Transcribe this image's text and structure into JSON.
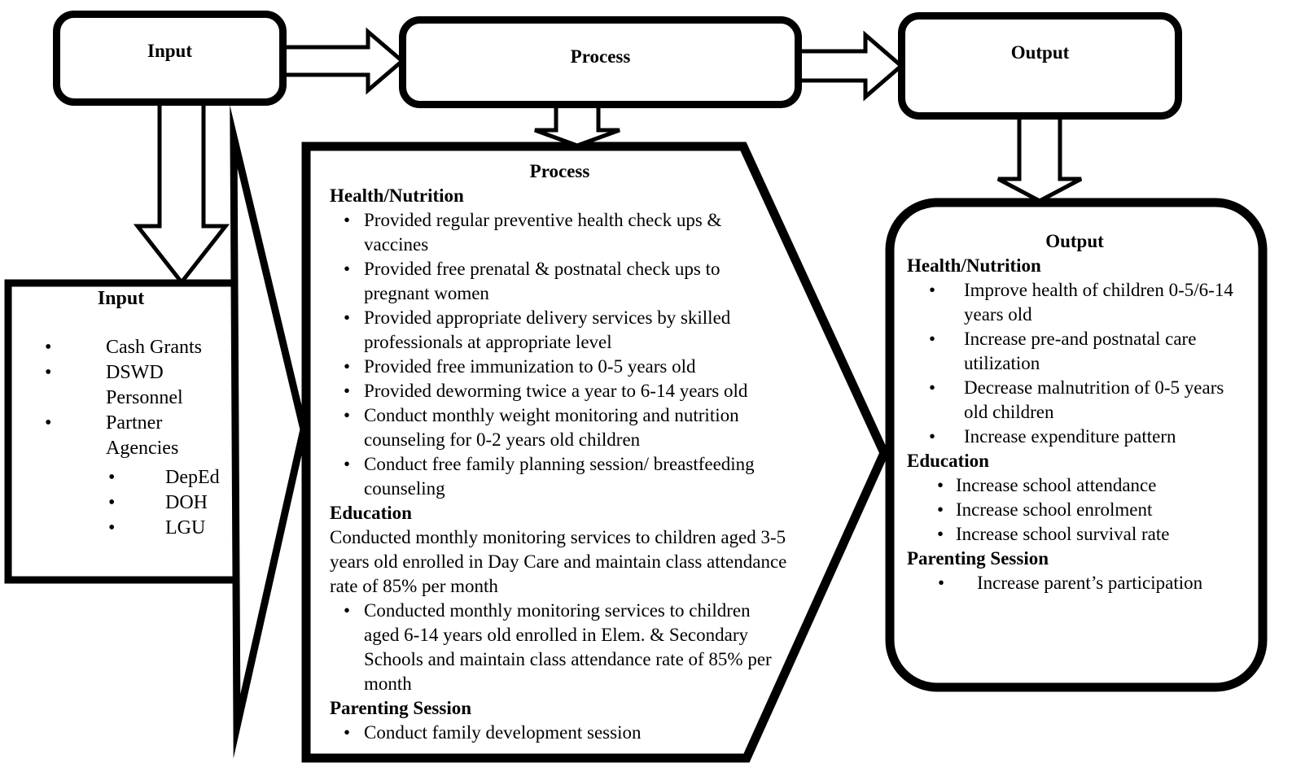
{
  "top_row": {
    "input_label": "Input",
    "process_label": "Process",
    "output_label": "Output"
  },
  "input_shape": {
    "title": "Input",
    "items": [
      "Cash Grants",
      "DSWD Personnel",
      "Partner Agencies"
    ],
    "sub_items": [
      "DepEd",
      "DOH",
      "LGU"
    ]
  },
  "process_shape": {
    "title": "Process",
    "sections": [
      {
        "heading": "Health/Nutrition",
        "bullets": [
          "Provided regular preventive health check ups & vaccines",
          "Provided free prenatal & postnatal check ups to pregnant women",
          "Provided appropriate delivery services by skilled professionals at appropriate level",
          "Provided free immunization to 0-5 years old",
          "Provided deworming twice a year to 6-14 years old",
          "Conduct monthly weight monitoring and nutrition counseling for 0-2 years old children",
          "Conduct free family planning session/ breastfeeding counseling"
        ]
      },
      {
        "heading": "Education",
        "paragraph": "Conducted monthly monitoring services to children aged 3-5 years old enrolled in Day Care and maintain class attendance rate of 85% per month",
        "bullets": [
          "Conducted monthly monitoring services to children aged 6-14 years old enrolled in Elem. & Secondary Schools and maintain class attendance rate of 85% per month"
        ]
      },
      {
        "heading": "Parenting Session",
        "bullets": [
          "Conduct family development session"
        ]
      }
    ]
  },
  "output_shape": {
    "title": "Output",
    "sections": [
      {
        "heading": "Health/Nutrition",
        "bullets": [
          "Improve health of children 0-5/6-14 years old",
          "Increase pre-and postnatal care utilization",
          "Decrease malnutrition of 0-5 years old children",
          "Increase expenditure pattern"
        ]
      },
      {
        "heading": "Education",
        "bullets": [
          "Increase school attendance",
          "Increase school enrolment",
          "Increase school survival rate"
        ]
      },
      {
        "heading": "Parenting Session",
        "bullets": [
          "Increase parent’s participation"
        ]
      }
    ]
  },
  "colors": {
    "stroke": "#000000",
    "fill": "#ffffff"
  }
}
